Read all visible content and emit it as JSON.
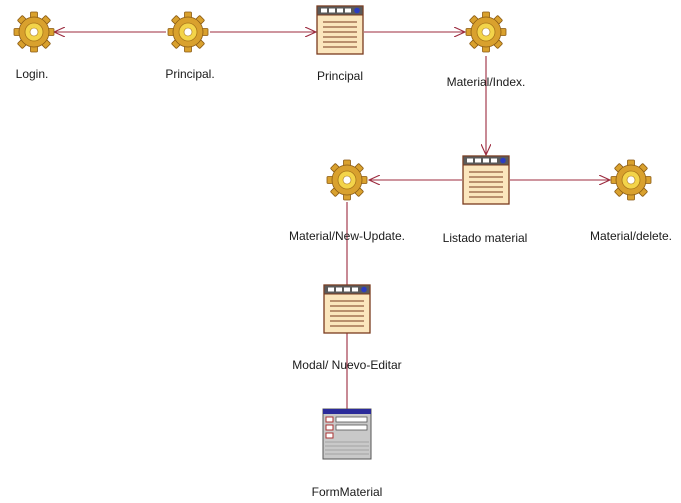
{
  "diagram": {
    "nodes": [
      {
        "id": "login",
        "type": "server-page",
        "icon": "gear-icon",
        "label": "Login."
      },
      {
        "id": "principal-server",
        "type": "server-page",
        "icon": "gear-icon",
        "label": "Principal."
      },
      {
        "id": "principal-client",
        "type": "client-page",
        "icon": "window-icon",
        "label": "Principal"
      },
      {
        "id": "material-index",
        "type": "server-page",
        "icon": "gear-icon",
        "label": "Material/Index."
      },
      {
        "id": "listado-material",
        "type": "client-page",
        "icon": "window-icon",
        "label": "Listado material"
      },
      {
        "id": "material-new-update",
        "type": "server-page",
        "icon": "gear-icon",
        "label": "Material/New-Update."
      },
      {
        "id": "material-delete",
        "type": "server-page",
        "icon": "gear-icon",
        "label": "Material/delete."
      },
      {
        "id": "modal-nuevo-editar",
        "type": "client-page",
        "icon": "window-icon",
        "label": "Modal/ Nuevo-Editar"
      },
      {
        "id": "form-material",
        "type": "form",
        "icon": "form-icon",
        "label": "FormMaterial"
      }
    ],
    "edges": [
      {
        "from": "principal-server",
        "to": "login"
      },
      {
        "from": "principal-server",
        "to": "principal-client"
      },
      {
        "from": "principal-client",
        "to": "material-index"
      },
      {
        "from": "material-index",
        "to": "listado-material"
      },
      {
        "from": "listado-material",
        "to": "material-new-update"
      },
      {
        "from": "listado-material",
        "to": "material-delete"
      },
      {
        "from": "material-new-update",
        "to": "modal-nuevo-editar"
      },
      {
        "from": "modal-nuevo-editar",
        "to": "form-material"
      }
    ],
    "colors": {
      "edge": "#9c2b3e",
      "gear_outer": "#d9a12e",
      "gear_inner": "#f3d44a",
      "window_frame": "#7a3b1e",
      "window_body": "#fbe6bd",
      "form_header": "#2b2b9a"
    }
  }
}
